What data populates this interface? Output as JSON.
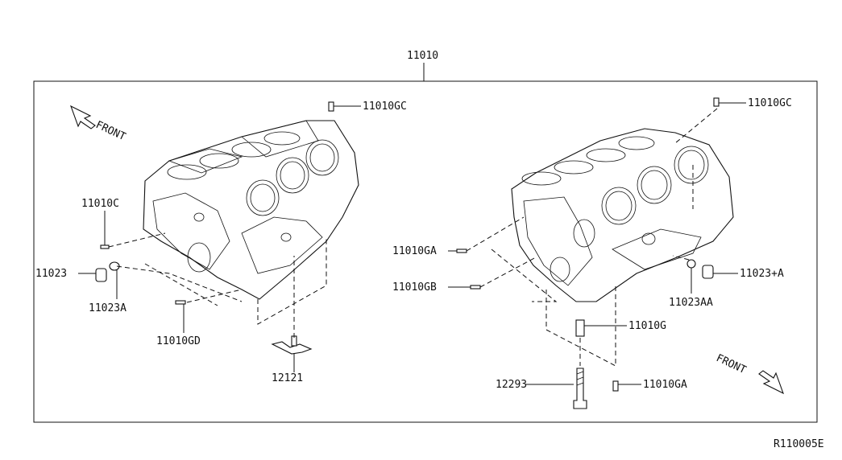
{
  "diagram": {
    "assembly_label": "11010",
    "front_label_left": "FRONT",
    "front_label_right": "FRONT",
    "ref_code": "R110005E",
    "callouts": [
      {
        "id": "l-11010gc",
        "text": "11010GC"
      },
      {
        "id": "l-11010c",
        "text": "11010C"
      },
      {
        "id": "l-11023",
        "text": "11023"
      },
      {
        "id": "l-11023a",
        "text": "11023A"
      },
      {
        "id": "l-11010gd",
        "text": "11010GD"
      },
      {
        "id": "l-12121",
        "text": "12121"
      },
      {
        "id": "r-11010gc",
        "text": "11010GC"
      },
      {
        "id": "r-11010ga-top",
        "text": "11010GA"
      },
      {
        "id": "r-11010gb",
        "text": "11010GB"
      },
      {
        "id": "r-11023plus",
        "text": "11023+A"
      },
      {
        "id": "r-11023aa",
        "text": "11023AA"
      },
      {
        "id": "r-11010g",
        "text": "11010G"
      },
      {
        "id": "r-12293",
        "text": "12293"
      },
      {
        "id": "r-11010ga-bottom",
        "text": "11010GA"
      }
    ]
  }
}
